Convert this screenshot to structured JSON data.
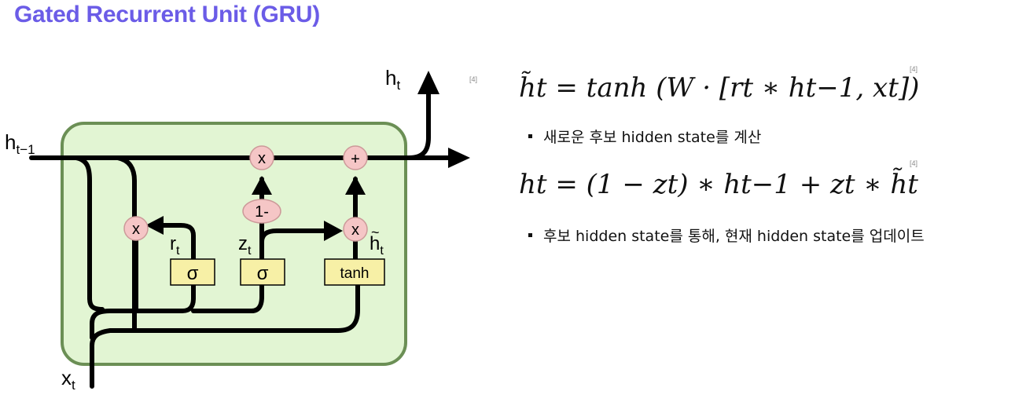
{
  "title": "Gated Recurrent Unit (GRU)",
  "citation": "[4]",
  "diagram": {
    "labels": {
      "h_prev_base": "h",
      "h_prev_sub": "t−1",
      "h_out_base": "h",
      "h_out_sub": "t",
      "x_base": "x",
      "x_sub": "t",
      "r_base": "r",
      "r_sub": "t",
      "z_base": "z",
      "z_sub": "t",
      "htilde_base": "h",
      "htilde_sub": "t"
    },
    "gates": {
      "reset_sigma": "σ",
      "update_sigma": "σ",
      "tanh": "tanh"
    },
    "ops": {
      "mult_reset": "x",
      "mult_top": "x",
      "plus_top": "+",
      "one_minus": "1-",
      "mult_candidate": "x"
    }
  },
  "equations": {
    "eq1": "h̃t = tanh (W · [rt ∗ ht−1, xt])",
    "eq2": "ht = (1 − zt) ∗ ht−1 + zt ∗ h̃t"
  },
  "bullets": {
    "b1": "새로운 후보 hidden state를 계산",
    "b2": "후보 hidden state를 통해, 현재 hidden state를 업데이트"
  },
  "colors": {
    "title": "#6b5ce7",
    "cell_fill": "#e2f5d3",
    "cell_border": "#6b8f55",
    "op_fill": "#f5c6c6",
    "gate_fill": "#f7f0a6"
  }
}
